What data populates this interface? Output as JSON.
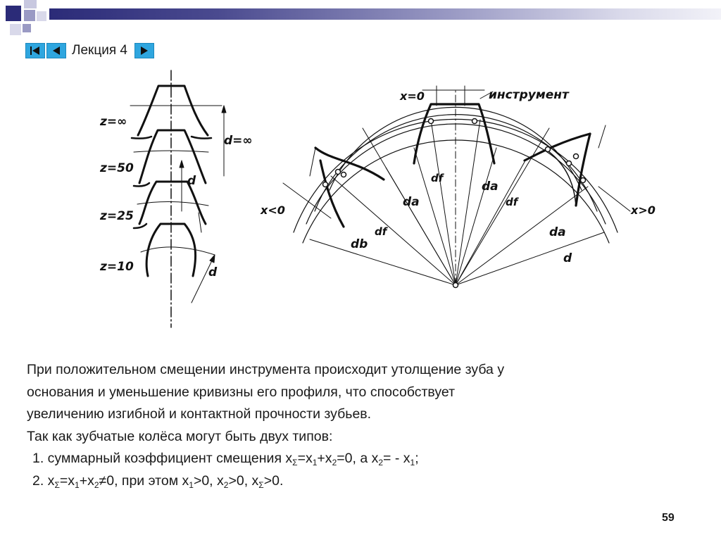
{
  "nav": {
    "title": "Лекция 4",
    "first_icon": "skip-to-start-icon",
    "prev_icon": "previous-icon",
    "next_icon": "next-icon"
  },
  "figure": {
    "left_labels": [
      "z=∞",
      "z=50",
      "z=25",
      "z=10"
    ],
    "d_inf_label": "d=∞",
    "d_label": "d",
    "x0_label": "x=0",
    "tool_label": "инструмент",
    "x_neg_label": "x<0",
    "x_pos_label": "x>0",
    "da_label": "da",
    "df_label": "df",
    "db_label": "db"
  },
  "text": {
    "para1_line1": "При положительном смещении инструмента происходит утолщение зуба у",
    "para1_line2": "основания и уменьшение кривизны его профиля, что способствует",
    "para1_line3": "увеличению изгибной и контактной прочности зубьев.",
    "para2": "Так как зубчатые колёса могут быть двух типов:",
    "item1_prefix": "1. суммарный коэффициент смещения x",
    "item1_sub_sum": "Σ",
    "item1_mid": "=x",
    "item1_sub1": "1",
    "item1_plus": "+x",
    "item1_sub2": "2",
    "item1_rest": "=0, а  x",
    "item1_sub3": "2",
    "item1_tail": "= - x",
    "item1_sub4": "1",
    "item1_end": ";",
    "item2_prefix": "2. x",
    "item2_sub_sum": "Σ",
    "item2_mid": "=x",
    "item2_sub1": "1",
    "item2_plus": "+x",
    "item2_sub2": "2",
    "item2_rest": "≠0, при этом x",
    "item2_sub3": "1",
    "item2_a": ">0, x",
    "item2_sub4": "2",
    "item2_b": ">0, x",
    "item2_sub5": "Σ",
    "item2_end": ">0."
  },
  "page_number": "59",
  "colors": {
    "nav_button": "#2fa6df",
    "topbar_dark": "#2b2b78"
  }
}
